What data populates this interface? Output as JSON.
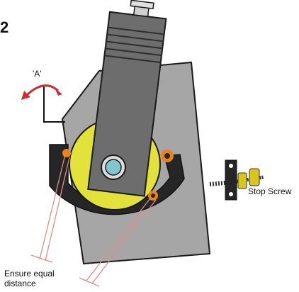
{
  "figure": {
    "step_number": "2",
    "angle_label": "'A'",
    "stop_screw_label": "Stop Screw",
    "note_line1": "Ensure equal",
    "note_line2": "distance"
  },
  "colors": {
    "plate": "#a6a6a6",
    "arm": "#6d6d6d",
    "arm_dark": "#4a4a4a",
    "disc": "#e2e23a",
    "bracket": "#262626",
    "accent_orange": "#e8831c",
    "arrow_red": "#c8312f",
    "guide_pink": "#e38a8a",
    "knob": "#7fc6cf",
    "screw_yellow": "#d8c61d"
  }
}
